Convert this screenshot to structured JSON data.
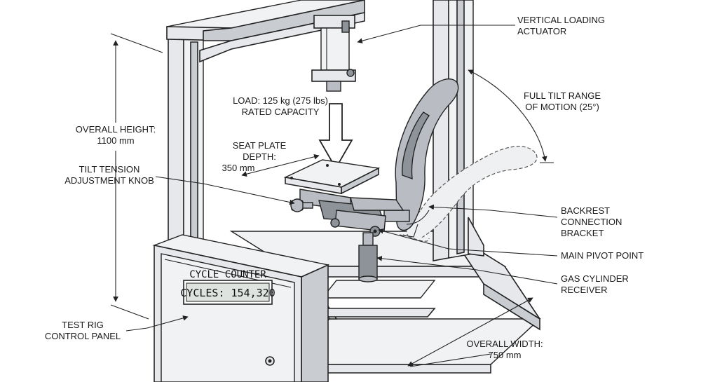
{
  "labels": {
    "vertical_actuator": [
      "VERTICAL LOADING",
      "ACTUATOR"
    ],
    "load": [
      "LOAD: 125 kg (275 lbs)",
      "RATED CAPACITY"
    ],
    "tilt_range": [
      "FULL TILT RANGE",
      "OF MOTION (25°)"
    ],
    "overall_height": [
      "OVERALL HEIGHT:",
      "1100 mm"
    ],
    "seat_plate_depth": [
      "SEAT PLATE",
      "DEPTH:",
      "350 mm"
    ],
    "tilt_knob": [
      "TILT TENSION",
      "ADJUSTMENT KNOB"
    ],
    "backrest_bracket": [
      "BACKREST",
      "CONNECTION",
      "BRACKET"
    ],
    "main_pivot": [
      "MAIN PIVOT POINT"
    ],
    "gas_cylinder": [
      "GAS CYLINDER",
      "RECEIVER"
    ],
    "control_panel": [
      "TEST RIG",
      "CONTROL PANEL"
    ],
    "overall_width": [
      "OVERALL WIDTH:",
      "750 mm"
    ]
  },
  "panel": {
    "title": "CYCLE COUNTER",
    "display": "CYCLES: 154,320"
  }
}
